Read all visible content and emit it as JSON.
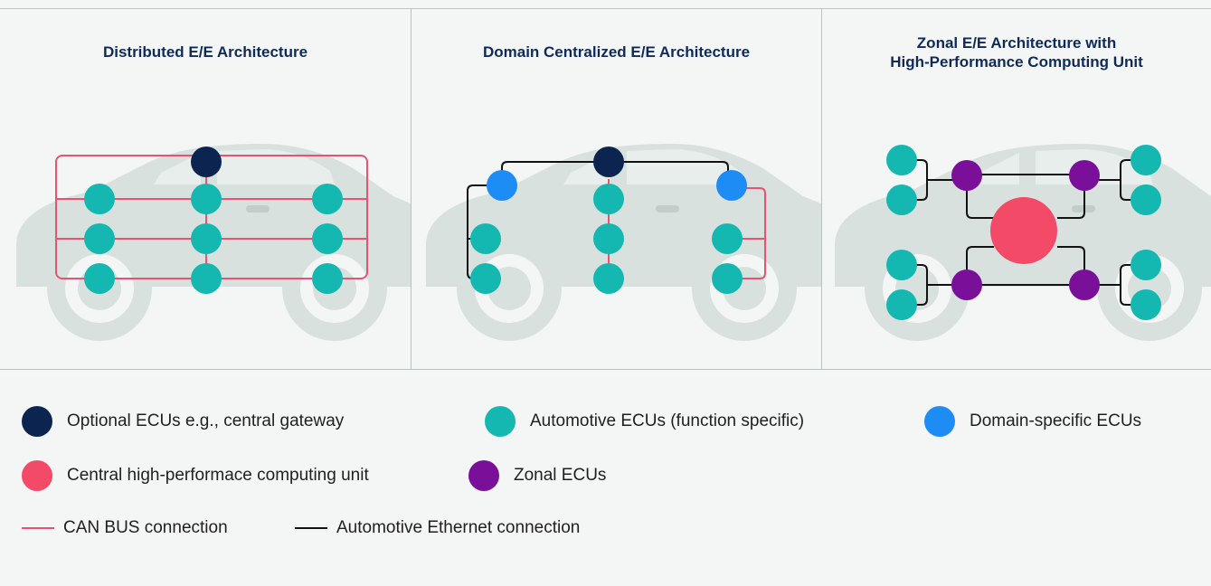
{
  "panels": [
    {
      "title": "Distributed E/E Architecture"
    },
    {
      "title": "Domain Centralized E/E Architecture"
    },
    {
      "title": "Zonal E/E Architecture with\nHigh-Performance Computing Unit"
    }
  ],
  "legend": {
    "nodes": [
      {
        "label": "Optional ECUs e.g., central gateway",
        "color": "#0c2550"
      },
      {
        "label": "Automotive  ECUs (function specific)",
        "color": "#14b8b0"
      },
      {
        "label": "Domain-specific ECUs",
        "color": "#1e8cf5"
      },
      {
        "label": "Central high-performace computing unit",
        "color": "#f24a67"
      },
      {
        "label": "Zonal ECUs",
        "color": "#7a0f9a"
      }
    ],
    "connections": [
      {
        "label": "CAN BUS connection",
        "color": "#e8536e"
      },
      {
        "label": "Automotive Ethernet connection",
        "color": "#111111"
      }
    ]
  },
  "colors": {
    "car": "#d9e1df",
    "background": "#f4f6f5",
    "divider": "#b9c4c1"
  }
}
